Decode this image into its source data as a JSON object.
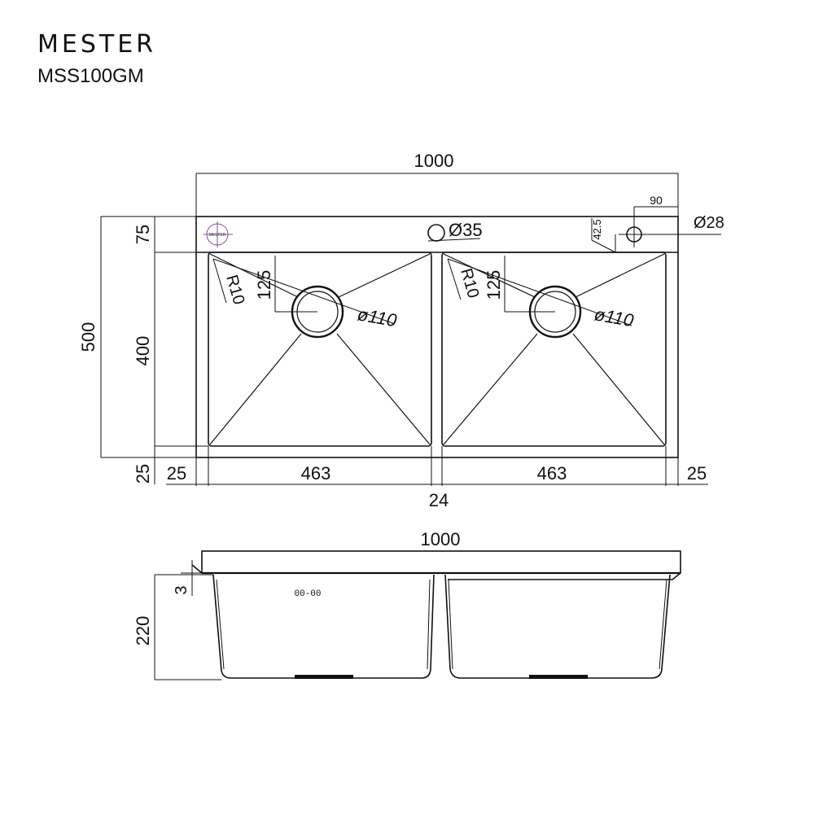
{
  "header": {
    "brand": "MESTER",
    "model": "MSS100GM"
  },
  "top_view": {
    "overall_width": "1000",
    "overall_depth": "500",
    "back_ledge": "75",
    "bowl_depth": "400",
    "front_ledge": "25",
    "left_margin": "25",
    "right_margin": "25",
    "bowl_width_left": "463",
    "bowl_width_right": "463",
    "divider_width": "24",
    "tap_offset": "90",
    "tap_hole": "Ø28",
    "tap_setback": "42.5",
    "soap_hole": "Ø35",
    "drain_left": "ø110",
    "drain_right": "ø110",
    "drain_offset_left": "125",
    "drain_offset_right": "125",
    "corner_radius_left": "R10",
    "corner_radius_right": "R10",
    "sticker_text": "MESTER"
  },
  "front_view": {
    "overall_width": "1000",
    "deck_thickness": "3",
    "bowl_height": "220",
    "indicator_text": "00-00"
  }
}
